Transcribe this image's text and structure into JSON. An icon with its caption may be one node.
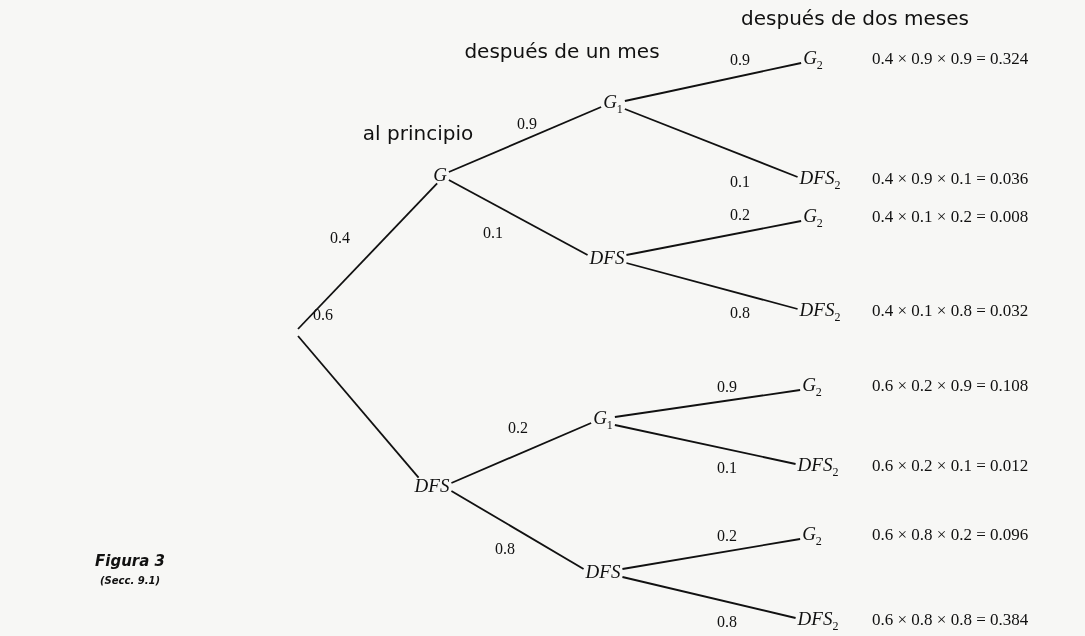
{
  "diagram": {
    "nodes": [
      {
        "text": [
          "G"
        ]
      },
      {
        "text": [
          "G$_{1}$"
        ]
      },
      {
        "text": [
          "DFS"
        ]
      },
      {
        "text": [
          "G$_{2}$"
        ],
        "beside": [
          "0.4 × 0.9 × 0.9 = 0.324"
        ]
      },
      {
        "text": [
          "DFS$_{2}$"
        ],
        "beside": [
          "0.4 × 0.9 × 0.1 = 0.036"
        ]
      },
      {
        "text": [
          "G$_{2}$"
        ],
        "beside": [
          "0.4 × 0.1 × 0.2 = 0.008"
        ]
      },
      {
        "text": [
          "DFS$_{2}$"
        ],
        "beside": [
          "0.4 × 0.1 × 0.8 = 0.032"
        ]
      },
      {
        "text": [
          "DFS"
        ]
      },
      {
        "text": [
          "G$_{1}$"
        ]
      },
      {
        "text": [
          "DFS"
        ]
      },
      {
        "text": [
          "G$_{2}$"
        ],
        "beside": [
          "0.6 × 0.2 × 0.9 = 0.108"
        ]
      },
      {
        "text": [
          "DFS$_{2}$"
        ],
        "beside": [
          "0.6 × 0.2 × 0.1 = 0.012"
        ]
      },
      {
        "text": [
          "G$_{2}$"
        ],
        "beside": [
          "0.6 × 0.8 × 0.2 = 0.096"
        ]
      },
      {
        "text": [
          "DFS$_{2}$"
        ],
        "beside": [
          "0.6 × 0.8 × 0.8 = 0.384"
        ]
      }
    ],
    "edges": [
      {
        "from": null,
        "to": 0,
        "arrow": "none",
        "label": "0.4"
      },
      {
        "from": null,
        "to": 7,
        "arrow": "none",
        "label": "0.6"
      },
      {
        "from": 0,
        "to": 1,
        "arrow": "none",
        "label": "0.9"
      },
      {
        "from": 0,
        "to": 2,
        "arrow": "none",
        "label": "0.1"
      },
      {
        "from": 1,
        "to": 3,
        "arrow": "none",
        "label": "0.9"
      },
      {
        "from": 1,
        "to": 4,
        "arrow": "none",
        "label": "0.1"
      },
      {
        "from": 2,
        "to": 5,
        "arrow": "none",
        "label": "0.2"
      },
      {
        "from": 2,
        "to": 6,
        "arrow": "none",
        "label": "0.8"
      },
      {
        "from": 7,
        "to": 8,
        "arrow": "none",
        "label": "0.2"
      },
      {
        "from": 7,
        "to": 9,
        "arrow": "none",
        "label": "0.8"
      },
      {
        "from": 8,
        "to": 10,
        "arrow": "none",
        "label": "0.9"
      },
      {
        "from": 8,
        "to": 11,
        "arrow": "none",
        "label": "0.1"
      },
      {
        "from": 9,
        "to": 12,
        "arrow": "none",
        "label": "0.2"
      },
      {
        "from": 9,
        "to": 13,
        "arrow": "none",
        "label": "0.8"
      }
    ],
    "labels": [
      "después de dos meses",
      "después de un mes",
      "al principio",
      "Figura 3",
      "(Secc. 9.1)"
    ]
  }
}
